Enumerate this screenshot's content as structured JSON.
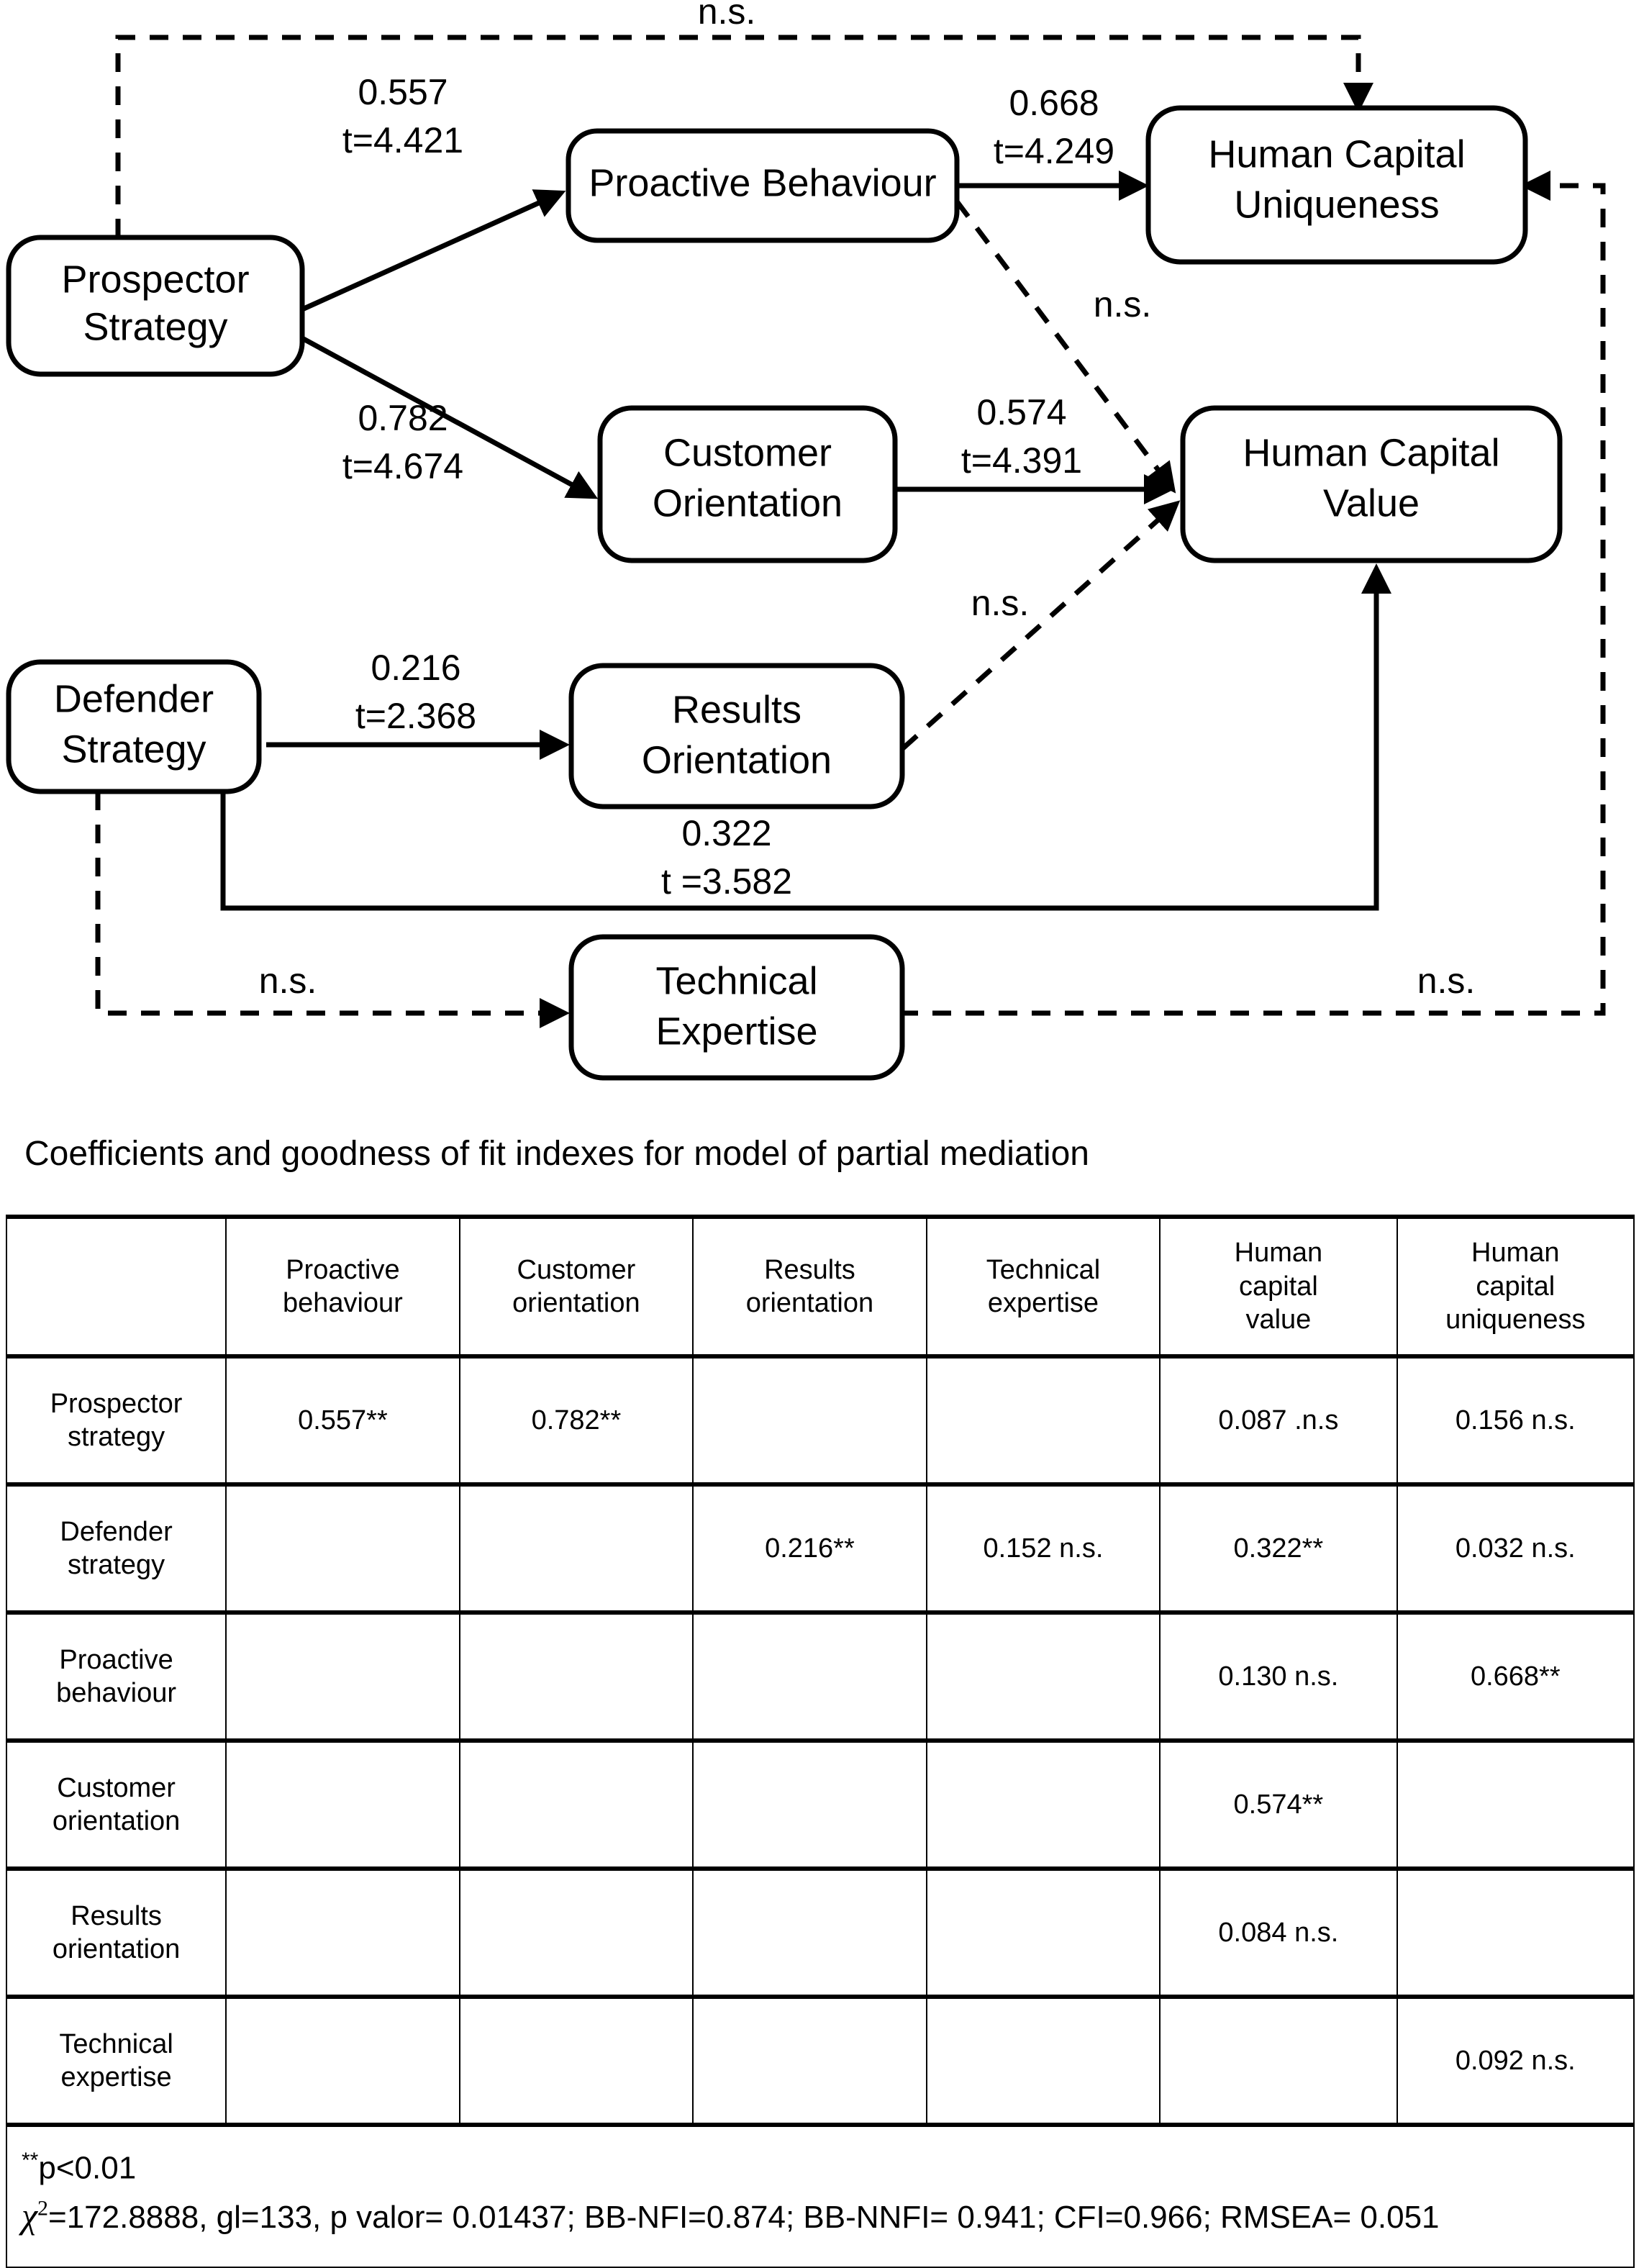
{
  "diagram": {
    "nodes": [
      {
        "id": "prospector",
        "label_line1": "Prospector",
        "label_line2": "Strategy"
      },
      {
        "id": "defender",
        "label_line1": "Defender",
        "label_line2": "Strategy"
      },
      {
        "id": "proactive",
        "label_line1": "Proactive Behaviour",
        "label_line2": ""
      },
      {
        "id": "customer",
        "label_line1": "Customer",
        "label_line2": "Orientation"
      },
      {
        "id": "results",
        "label_line1": "Results",
        "label_line2": "Orientation"
      },
      {
        "id": "technical",
        "label_line1": "Technical",
        "label_line2": "Expertise"
      },
      {
        "id": "hc_unique",
        "label_line1": "Human Capital",
        "label_line2": "Uniqueness"
      },
      {
        "id": "hc_value",
        "label_line1": "Human Capital",
        "label_line2": "Value"
      }
    ],
    "edges": [
      {
        "id": "prospector-proactive",
        "coef": "0.557",
        "t": "t=4.421",
        "style": "solid"
      },
      {
        "id": "prospector-customer",
        "coef": "0.782",
        "t": "t=4.674",
        "style": "solid"
      },
      {
        "id": "prospector-hcunique",
        "coef": "n.s.",
        "t": "",
        "style": "dashed"
      },
      {
        "id": "proactive-hcunique",
        "coef": "0.668",
        "t": "t=4.249",
        "style": "solid"
      },
      {
        "id": "proactive-hcvalue",
        "coef": "n.s.",
        "t": "",
        "style": "dashed"
      },
      {
        "id": "customer-hcvalue",
        "coef": "0.574",
        "t": "t=4.391",
        "style": "solid"
      },
      {
        "id": "defender-results",
        "coef": "0.216",
        "t": "t=2.368",
        "style": "solid"
      },
      {
        "id": "defender-hcvalue",
        "coef": "0.322",
        "t": "t =3.582",
        "style": "solid"
      },
      {
        "id": "defender-technical",
        "coef": "n.s.",
        "t": "",
        "style": "dashed"
      },
      {
        "id": "results-hcvalue",
        "coef": "n.s.",
        "t": "",
        "style": "dashed"
      },
      {
        "id": "technical-hcunique",
        "coef": "n.s.",
        "t": "",
        "style": "dashed"
      }
    ]
  },
  "table": {
    "caption": "Coefficients and goodness of fit indexes for model of partial mediation",
    "columns": [
      "",
      "Proactive\nbehaviour",
      "Customer\norientation",
      "Results\norientation",
      "Technical\nexpertise",
      "Human\ncapital\nvalue",
      "Human\ncapital\nuniqueness"
    ],
    "columns_flat": {
      "c0": "",
      "c1_l1": "Proactive",
      "c1_l2": "behaviour",
      "c2_l1": "Customer",
      "c2_l2": "orientation",
      "c3_l1": "Results",
      "c3_l2": "orientation",
      "c4_l1": "Technical",
      "c4_l2": "expertise",
      "c5_l1": "Human",
      "c5_l2": "capital",
      "c5_l3": "value",
      "c6_l1": "Human",
      "c6_l2": "capital",
      "c6_l3": "uniqueness"
    },
    "rows": [
      {
        "head_l1": "Prospector",
        "head_l2": "strategy",
        "cells": [
          "0.557**",
          "0.782**",
          "",
          "",
          "0.087 .n.s",
          "0.156 n.s."
        ]
      },
      {
        "head_l1": "Defender",
        "head_l2": "strategy",
        "cells": [
          "",
          "",
          "0.216**",
          "0.152 n.s.",
          "0.322**",
          "0.032 n.s."
        ]
      },
      {
        "head_l1": "Proactive",
        "head_l2": "behaviour",
        "cells": [
          "",
          "",
          "",
          "",
          "0.130 n.s.",
          "0.668**"
        ]
      },
      {
        "head_l1": "Customer",
        "head_l2": "orientation",
        "cells": [
          "",
          "",
          "",
          "",
          "0.574**",
          ""
        ]
      },
      {
        "head_l1": "Results",
        "head_l2": "orientation",
        "cells": [
          "",
          "",
          "",
          "",
          "0.084 n.s.",
          ""
        ]
      },
      {
        "head_l1": "Technical",
        "head_l2": "expertise",
        "cells": [
          "",
          "",
          "",
          "",
          "",
          "0.092 n.s."
        ]
      }
    ],
    "notes": {
      "significance": "p<0.01",
      "significance_marker": "**",
      "fit_symbol": "χ",
      "fit_exponent": "2",
      "fit_text": "=172.8888, gl=133, p valor= 0.01437; BB-NFI=0.874; BB-NNFI= 0.941; CFI=0.966; RMSEA= 0.051"
    }
  }
}
